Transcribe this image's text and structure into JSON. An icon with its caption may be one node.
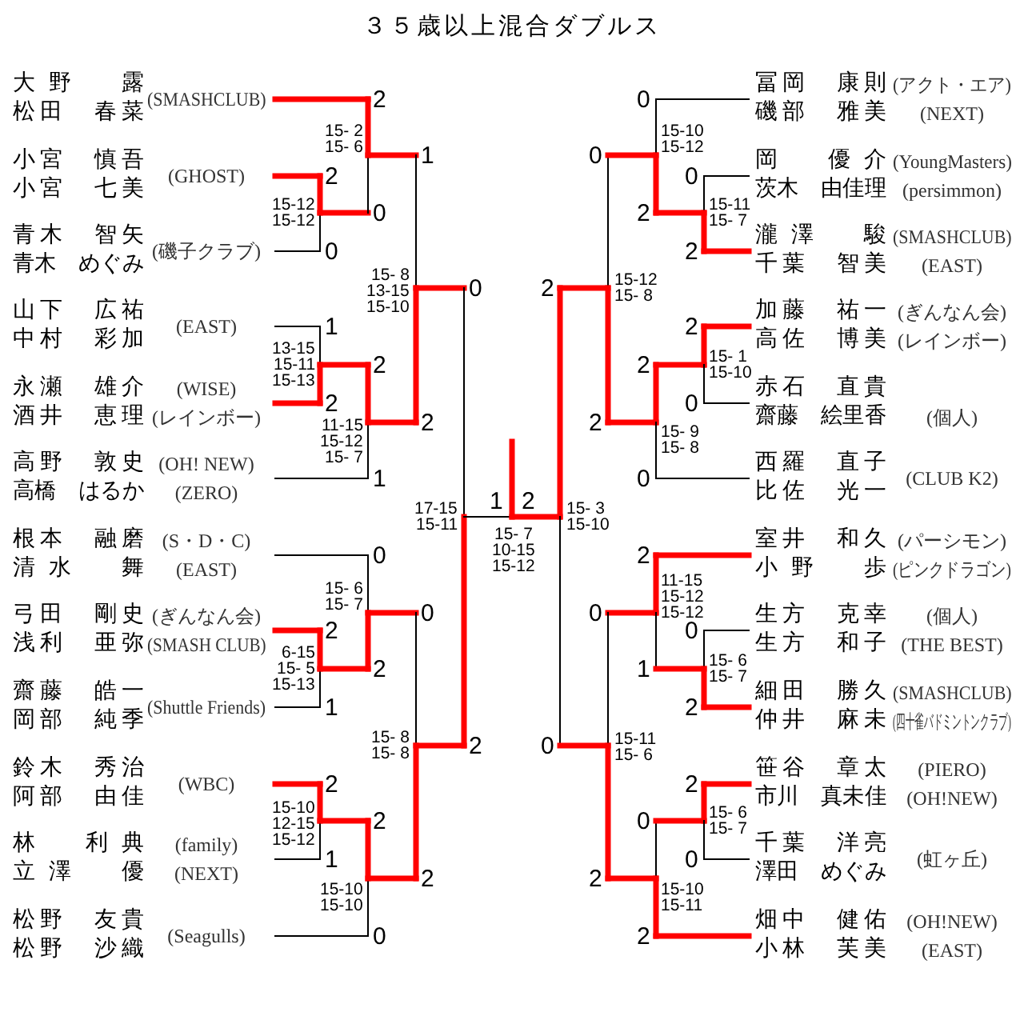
{
  "diagram": {
    "title": "３５歳以上混合ダブルス",
    "nodes": [
      {
        "text": [
          "大野　露",
          "松田　春菜"
        ],
        "beside": [
          "(SMASHCLUB)"
        ]
      },
      {
        "text": [
          "小宮　慎吾",
          "小宮　七美"
        ],
        "beside": [
          "(GHOST)"
        ]
      },
      {
        "text": [
          "青木　智矢",
          "青木　めぐみ"
        ],
        "beside": [
          "(磯子クラブ)"
        ]
      },
      {
        "text": [
          "山下　広祐",
          "中村　彩加"
        ],
        "beside": [
          "(EAST)"
        ]
      },
      {
        "text": [
          "永瀬　雄介",
          "酒井　恵理"
        ],
        "beside": [
          "(WISE)",
          "(レインボー)"
        ]
      },
      {
        "text": [
          "高野　敦史",
          "高橋　はるか"
        ],
        "beside": [
          "(OH! NEW)",
          "(ZERO)"
        ]
      },
      {
        "text": [
          "根本　融磨",
          "清水　舞"
        ],
        "beside": [
          "(S・D・C)",
          "(EAST)"
        ]
      },
      {
        "text": [
          "弓田　剛史",
          "浅利　亜弥"
        ],
        "beside": [
          "(ぎんなん会)",
          "(SMASH CLUB)"
        ]
      },
      {
        "text": [
          "齋藤　皓一",
          "岡部　純季"
        ],
        "beside": [
          "(Shuttle Friends)"
        ]
      },
      {
        "text": [
          "鈴木　秀治",
          "阿部　由佳"
        ],
        "beside": [
          "(WBC)"
        ]
      },
      {
        "text": [
          "林　利典",
          "立澤　優"
        ],
        "beside": [
          "(family)",
          "(NEXT)"
        ]
      },
      {
        "text": [
          "松野　友貴",
          "松野　沙織"
        ],
        "beside": [
          "(Seagulls)"
        ]
      },
      {
        "text": [
          "冨岡　康則",
          "磯部　雅美"
        ],
        "beside": [
          "(アクト・エア)",
          "(NEXT)"
        ]
      },
      {
        "text": [
          "岡　優介",
          "茨木　由佳理"
        ],
        "beside": [
          "(YoungMasters)",
          "(persimmon)"
        ]
      },
      {
        "text": [
          "瀧澤　駿",
          "千葉　智美"
        ],
        "beside": [
          "(SMASHCLUB)",
          "(EAST)"
        ]
      },
      {
        "text": [
          "加藤　祐一",
          "高佐　博美"
        ],
        "beside": [
          "(ぎんなん会)",
          "(レインボー)"
        ]
      },
      {
        "text": [
          "赤石　直貴",
          "齋藤　絵里香"
        ],
        "beside": [
          "(個人)"
        ]
      },
      {
        "text": [
          "西羅　直子",
          "比佐　光一"
        ],
        "beside": [
          "(CLUB K2)"
        ]
      },
      {
        "text": [
          "室井　和久",
          "小野　歩"
        ],
        "beside": [
          "(パーシモン)",
          "(ピンクドラゴン)"
        ]
      },
      {
        "text": [
          "生方　克幸",
          "生方　和子"
        ],
        "beside": [
          "(個人)",
          "(THE BEST)"
        ]
      },
      {
        "text": [
          "細田　勝久",
          "仲井　麻未"
        ],
        "beside": [
          "(SMASHCLUB)",
          "(四十雀バドミントンクラブ)"
        ]
      },
      {
        "text": [
          "笹谷　章太",
          "市川　真未佳"
        ],
        "beside": [
          "(PIERO)",
          "(OH!NEW)"
        ]
      },
      {
        "text": [
          "千葉　洋亮",
          "澤田　めぐみ"
        ],
        "beside": [
          "(虹ヶ丘)"
        ]
      },
      {
        "text": [
          "畑中　健佑",
          "小林　芙美"
        ],
        "beside": [
          "(OH!NEW)",
          "(EAST)"
        ]
      }
    ],
    "labels": [
      "2",
      "15- 2",
      "15- 6",
      "1",
      "2",
      "15-12",
      "15-12",
      "0",
      "0",
      "15- 8",
      "13-15",
      "15-10",
      "0",
      "1",
      "13-15",
      "15-11",
      "15-13",
      "2",
      "2",
      "2",
      "11-15",
      "15-12",
      "15- 7",
      "1",
      "0",
      "15- 6",
      "15- 7",
      "0",
      "2",
      "6-15",
      "15- 5",
      "15-13",
      "2",
      "1",
      "15- 8",
      "15- 8",
      "2",
      "2",
      "15-10",
      "12-15",
      "15-12",
      "2",
      "1",
      "2",
      "15-10",
      "15-10",
      "0",
      "17-15",
      "15-11",
      "1",
      "2",
      "15- 7",
      "10-15",
      "15-12",
      "15- 3",
      "15-10",
      "2",
      "15-12",
      "15- 8",
      "0",
      "0",
      "15-10",
      "15-12",
      "2",
      "0",
      "15-11",
      "15- 7",
      "2",
      "2",
      "15- 1",
      "15-10",
      "2",
      "0",
      "2",
      "15- 9",
      "15- 8",
      "0",
      "2",
      "11-15",
      "15-12",
      "15-12",
      "0",
      "0",
      "15- 6",
      "15- 7",
      "1",
      "2",
      "0",
      "15-11",
      "15- 6",
      "2",
      "15- 6",
      "15- 7",
      "0",
      "0",
      "2",
      "15-10",
      "15-11",
      "2"
    ]
  }
}
